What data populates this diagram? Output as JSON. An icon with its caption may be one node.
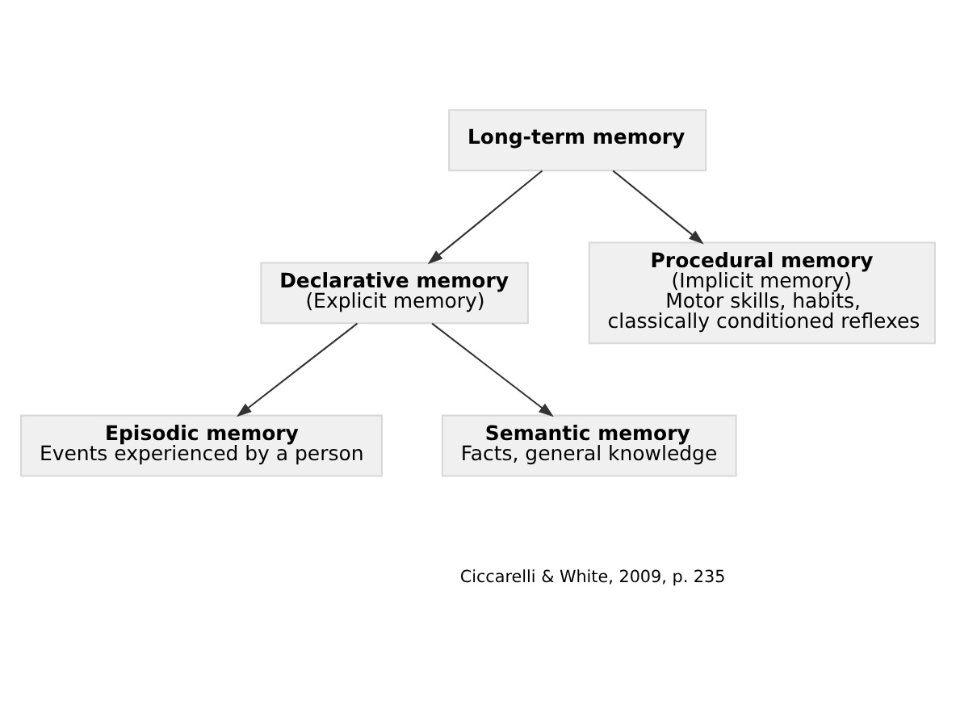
{
  "diagram": {
    "nodes": [
      {
        "text": [
          "Long-term memory"
        ]
      },
      {
        "text": [
          "Declarative memory",
          "(Explicit memory)"
        ]
      },
      {
        "text": [
          "Procedural memory",
          "(Implicit memory)",
          "Motor skills, habits, classically conditioned reflexes"
        ]
      },
      {
        "text": [
          "Episodic memory",
          "Events experienced by a person"
        ]
      },
      {
        "text": [
          "Semantic memory",
          "Facts, general knowledge"
        ]
      }
    ],
    "edges": [
      {
        "from": 0,
        "to": 1,
        "arrow": "to"
      },
      {
        "from": 0,
        "to": 2,
        "arrow": "to"
      },
      {
        "from": 1,
        "to": 3,
        "arrow": "to"
      },
      {
        "from": 1,
        "to": 4,
        "arrow": "to"
      }
    ],
    "labels": [
      "Ciccarelli & White, 2009, p. 235"
    ]
  }
}
